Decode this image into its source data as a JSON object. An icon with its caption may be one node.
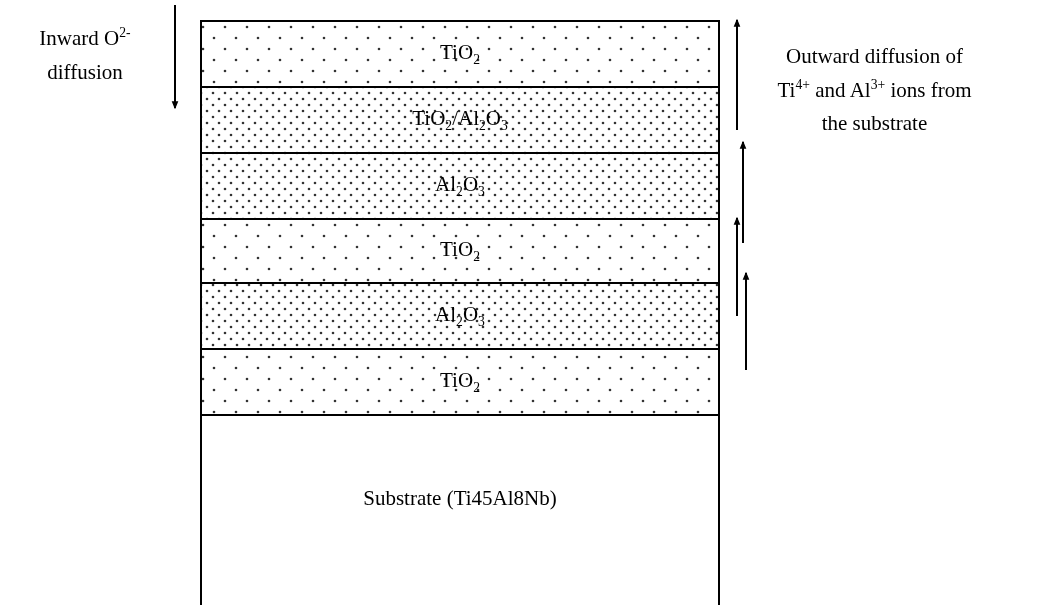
{
  "diagram": {
    "nodes": [
      {
        "text": [
          "TiO$_{2}$"
        ]
      },
      {
        "text": [
          "TiO$_{2}$/Al$_{2}$O$_{3}$"
        ]
      },
      {
        "text": [
          "Al$_{2}$O$_{3}$"
        ]
      },
      {
        "text": [
          "TiO$_{2}$"
        ]
      },
      {
        "text": [
          "Al$_{2}$O$_{3}$"
        ]
      },
      {
        "text": [
          "TiO$_{2}$"
        ]
      },
      {
        "text": [
          "Substrate (Ti45Al8Nb)"
        ]
      }
    ],
    "edges": [],
    "labels": [
      "Inward O$^{2-}$ diffusion",
      "Outward diffusion of Ti$^{4+}$ and Al$^{3+}$ ions from the substrate"
    ]
  }
}
